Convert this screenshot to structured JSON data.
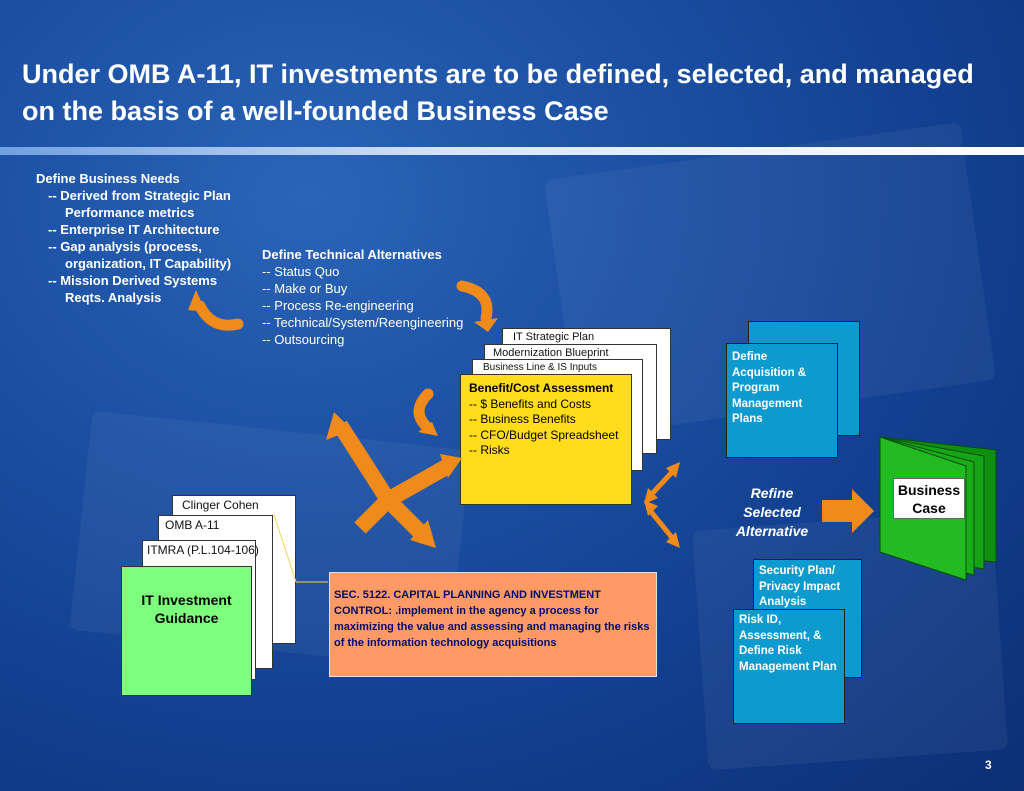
{
  "slide": {
    "title": "Under OMB A-11, IT investments are to be defined, selected, and managed on the basis of a well-founded Business Case",
    "page_number": "3"
  },
  "business_needs": {
    "heading": "Define Business Needs",
    "lines": [
      "-- Derived from Strategic Plan",
      "Performance metrics",
      "-- Enterprise IT Architecture",
      "-- Gap analysis (process,",
      "organization, IT Capability)",
      "-- Mission Derived Systems",
      "Reqts. Analysis"
    ]
  },
  "technical_alternatives": {
    "heading": "Define Technical Alternatives",
    "items": [
      "-- Status Quo",
      "-- Make or Buy",
      "-- Process Re-engineering",
      "-- Technical/System/Reengineering",
      "-- Outsourcing"
    ]
  },
  "doc_stack": {
    "back": "IT Strategic Plan",
    "middle": "Modernization Blueprint",
    "front": "Business Line & IS Inputs"
  },
  "benefit_cost": {
    "heading": "Benefit/Cost Assessment",
    "items": [
      "-- $ Benefits and Costs",
      "-- Business Benefits",
      "-- CFO/Budget Spreadsheet",
      "-- Risks"
    ]
  },
  "guidance_stack": {
    "back": "Clinger Cohen",
    "middle": "OMB A-11",
    "front": "ITMRA (P.L.104-106)",
    "main": "IT Investment Guidance"
  },
  "sec_box": {
    "text": "SEC. 5122. CAPITAL PLANNING AND INVESTMENT CONTROL: .implement in the agency a process for maximizing the value and assessing and managing the risks of the information technology acquisitions"
  },
  "acquisition": {
    "text": "Define Acquisition & Program Management Plans"
  },
  "security": {
    "text": "Security Plan/ Privacy Impact Analysis"
  },
  "risk": {
    "text": "Risk ID, Assessment, & Define Risk Management Plan"
  },
  "refine": {
    "text": "Refine Selected Alternative"
  },
  "business_case": {
    "text": "Business Case"
  },
  "colors": {
    "background": "#1b4fa3",
    "arrow_orange": "#f08a1a",
    "benefit_yellow": "#ffdd1a",
    "guidance_green": "#7dff7d",
    "sec_orange": "#ff9966",
    "teal_box": "#0c9acf",
    "book_green": "#1aa81a"
  },
  "icons": [
    "curved-arrow-icon",
    "three-way-arrow-icon",
    "double-arrow-icon",
    "block-arrow-icon",
    "book-icon"
  ]
}
